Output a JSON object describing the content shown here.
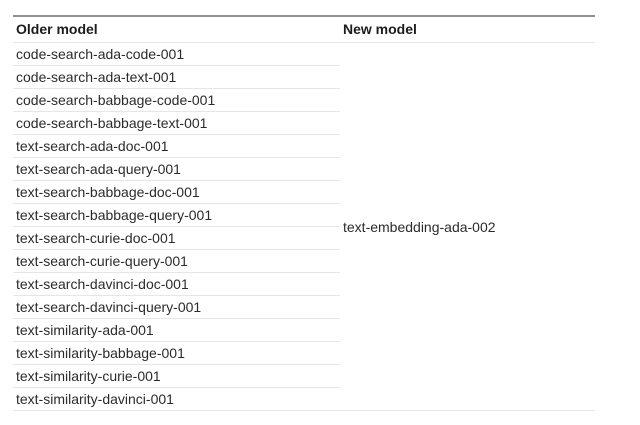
{
  "table": {
    "columns": {
      "older": {
        "label": "Older model"
      },
      "new": {
        "label": "New model"
      }
    },
    "older_models": [
      "code-search-ada-code-001",
      "code-search-ada-text-001",
      "code-search-babbage-code-001",
      "code-search-babbage-text-001",
      "text-search-ada-doc-001",
      "text-search-ada-query-001",
      "text-search-babbage-doc-001",
      "text-search-babbage-query-001",
      "text-search-curie-doc-001",
      "text-search-curie-query-001",
      "text-search-davinci-doc-001",
      "text-search-davinci-query-001",
      "text-similarity-ada-001",
      "text-similarity-babbage-001",
      "text-similarity-curie-001",
      "text-similarity-davinci-001"
    ],
    "new_model": "text-embedding-ada-002"
  },
  "colors": {
    "top_border": "#8f8f8f",
    "divider": "#e6e6e6",
    "header_text": "#1c1c1c",
    "body_text": "#2b2b2b",
    "background": "#ffffff"
  }
}
